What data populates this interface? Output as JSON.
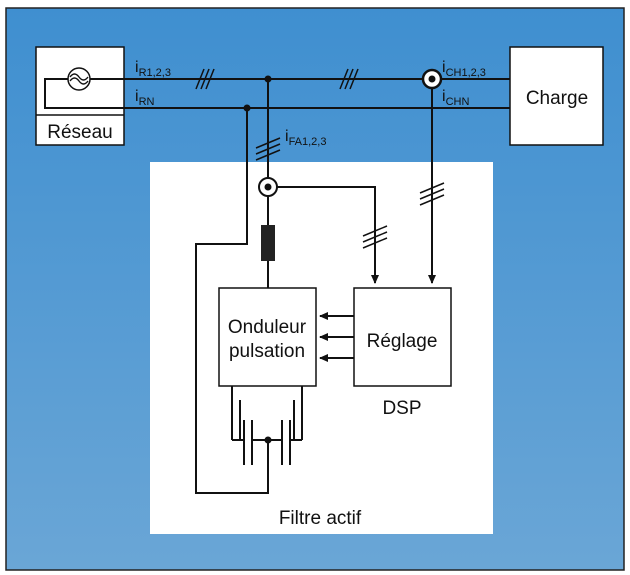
{
  "colors": {
    "background_top": "#3f8fd0",
    "background_bottom": "#6aa6d6",
    "panel": "#ffffff",
    "line": "#111111",
    "inductor": "#222222"
  },
  "blocks": {
    "reseau": "Réseau",
    "charge": "Charge",
    "onduleur_line1": "Onduleur",
    "onduleur_line2": "pulsation",
    "reglage": "Réglage",
    "dsp": "DSP",
    "filtre": "Filtre actif"
  },
  "currents": {
    "ir": {
      "letter": "i",
      "sub": "R1,2,3"
    },
    "irn": {
      "letter": "i",
      "sub": "RN"
    },
    "ifa": {
      "letter": "i",
      "sub": "FA1,2,3"
    },
    "ich": {
      "letter": "i",
      "sub": "CH1,2,3"
    },
    "ichn": {
      "letter": "i",
      "sub": "CHN"
    }
  },
  "icons": {
    "source": "ac-source-icon",
    "sensor": "current-sensor-icon",
    "inductor": "inductor-icon",
    "capacitor": "capacitor-bank-icon"
  }
}
